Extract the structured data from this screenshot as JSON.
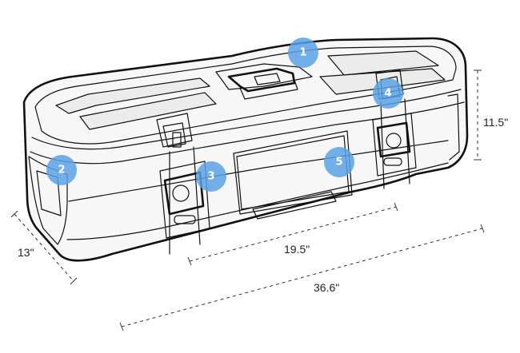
{
  "callouts": [
    {
      "id": "1",
      "label": "1"
    },
    {
      "id": "2",
      "label": "2"
    },
    {
      "id": "3",
      "label": "3"
    },
    {
      "id": "4",
      "label": "4"
    },
    {
      "id": "5",
      "label": "5"
    }
  ],
  "dimensions": {
    "height": "11.5\"",
    "depth": "13\"",
    "inner_length": "19.5\"",
    "overall_length": "36.6\""
  },
  "colors": {
    "callout": "#5aa2e6",
    "outline": "#111111"
  }
}
